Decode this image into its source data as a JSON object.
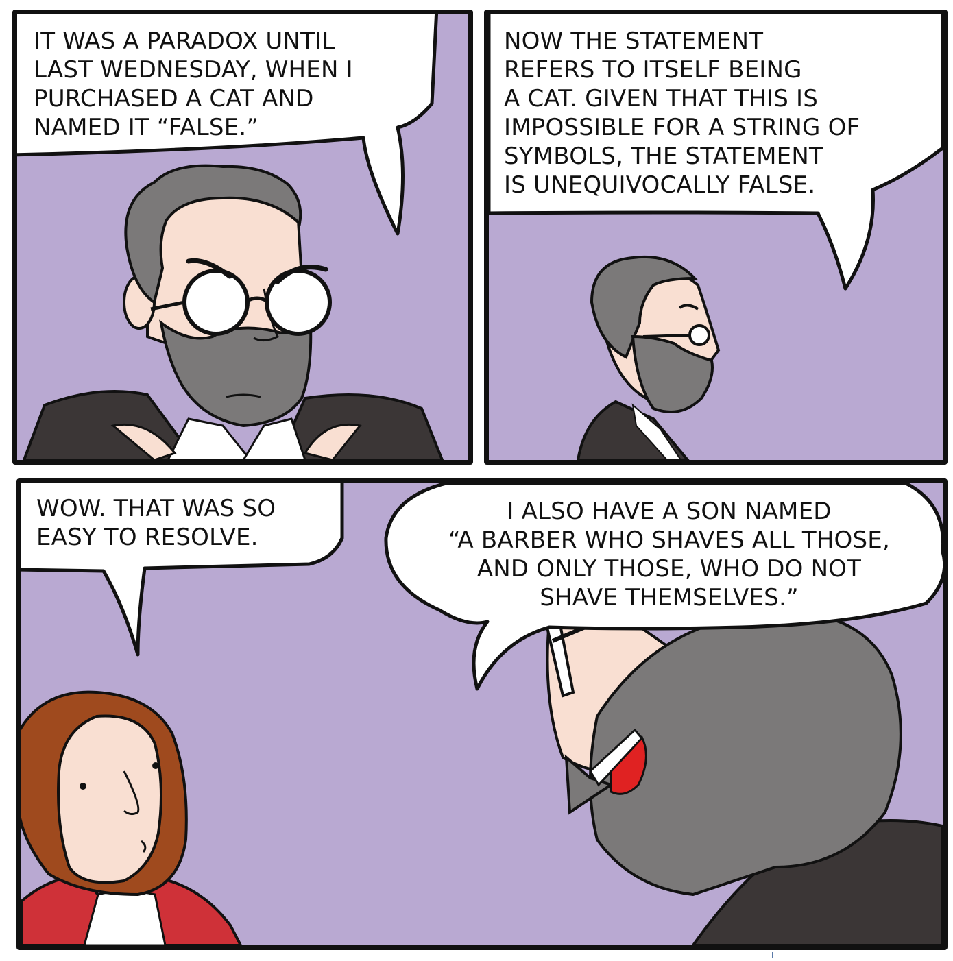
{
  "comic": {
    "panels": [
      {
        "id": "panel-1",
        "speech": "IT WAS A PARADOX UNTIL\nLAST WEDNESDAY, WHEN I\nPURCHASED A CAT AND\nNAMED IT “FALSE.”"
      },
      {
        "id": "panel-2",
        "speech": "NOW THE STATEMENT\nREFERS TO ITSELF BEING\nA CAT. GIVEN THAT THIS IS\nIMPOSSIBLE FOR A STRING OF\nSYMBOLS, THE STATEMENT\nIS UNEQUIVOCALLY FALSE."
      },
      {
        "id": "panel-3",
        "speech_left": "WOW. THAT WAS SO\nEASY TO RESOLVE.",
        "speech_right": "I ALSO HAVE A SON NAMED\n“A BARBER WHO SHAVES ALL THOSE,\nAND ONLY THOSE, WHO DO NOT\nSHAVE THEMSELVES.”"
      }
    ]
  },
  "colors": {
    "background": "#b9a9d2",
    "outline": "#111111",
    "hair_gray": "#7b7979",
    "skin": "#f9dfd2",
    "jacket": "#3b3636",
    "woman_hair": "#9f4a1e",
    "woman_jacket": "#cf3138",
    "mouth_red": "#e02222"
  }
}
